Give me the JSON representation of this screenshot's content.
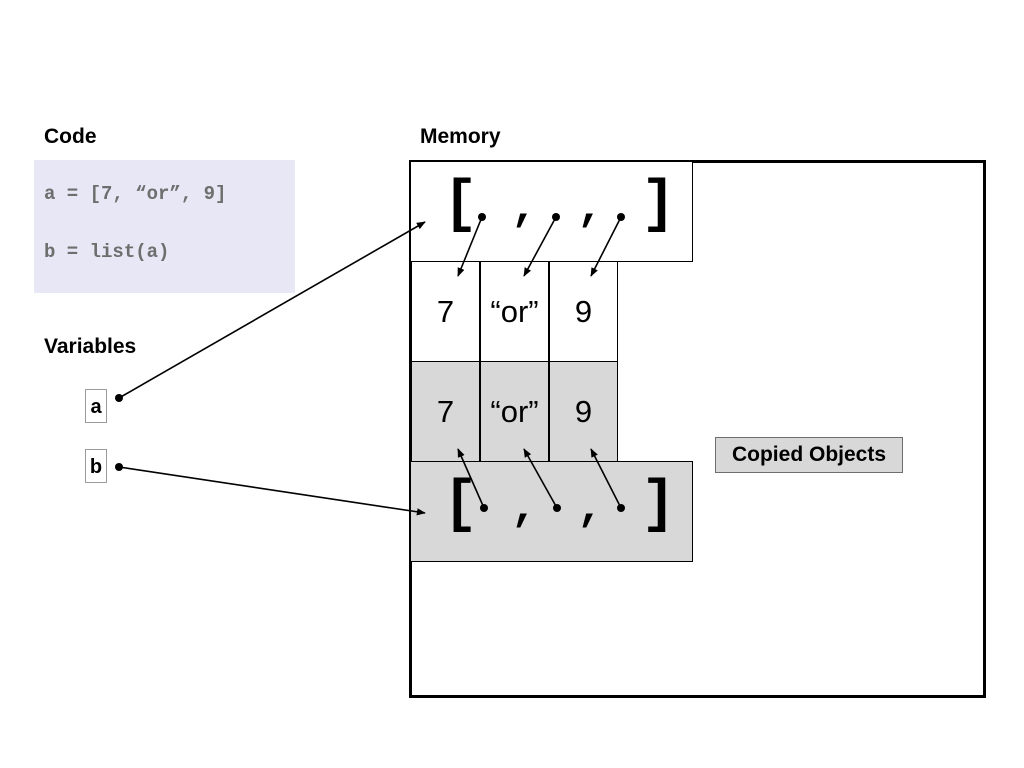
{
  "code": {
    "heading": "Code",
    "lines": [
      "a = [7, “or”, 9]",
      "b = list(a)"
    ]
  },
  "variables": {
    "heading": "Variables",
    "names": [
      "a",
      "b"
    ]
  },
  "memory": {
    "heading": "Memory",
    "original_list": {
      "open": "[",
      "close": "]",
      "separator": ","
    },
    "original_values": [
      "7",
      "“or”",
      "9"
    ],
    "copied_values": [
      "7",
      "“or”",
      "9"
    ],
    "copied_list": {
      "open": "[",
      "close": "]",
      "separator": ","
    },
    "copied_label": "Copied Objects"
  },
  "colors": {
    "code_background": "#e7e7f6",
    "copied_fill": "#d8d8d8",
    "code_text": "#6e6e6e"
  }
}
